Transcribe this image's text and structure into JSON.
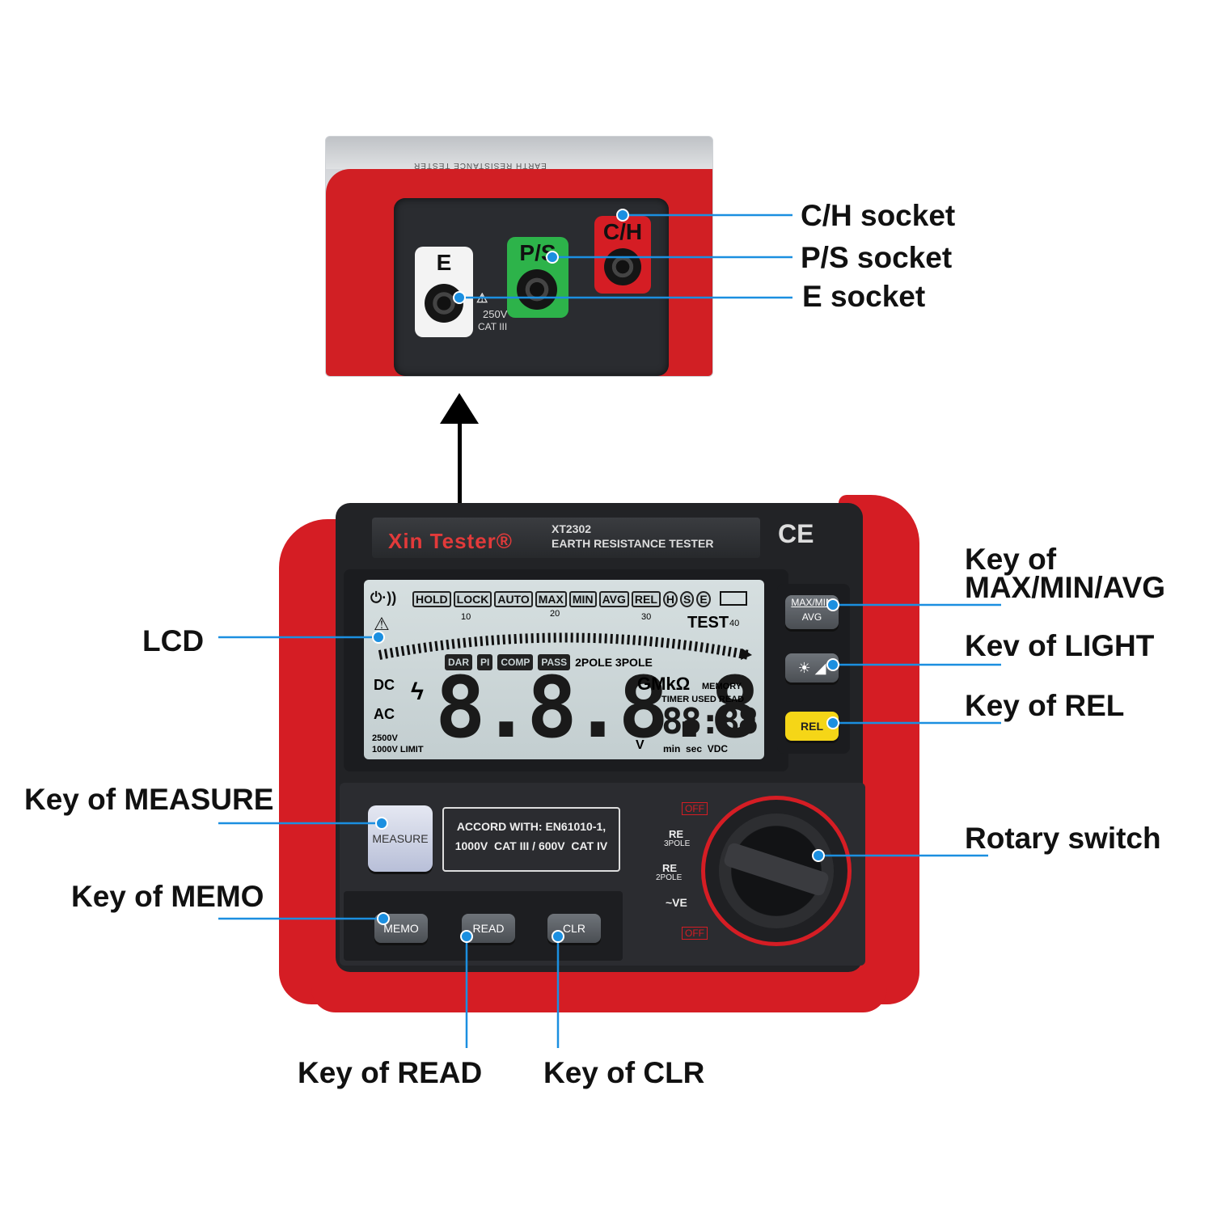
{
  "inset": {
    "sockets": [
      {
        "label": "E"
      },
      {
        "label": "P/S"
      },
      {
        "label": "C/H"
      }
    ],
    "warning": "250V",
    "cat": "CAT III",
    "header_text": "EARTH RESISTANCE TESTER"
  },
  "device": {
    "brand": "Xin Tester®",
    "model": "XT2302",
    "subtitle": "EARTH RESISTANCE TESTER",
    "ce_mark": "CE",
    "lcd": {
      "mode_tags": [
        "HOLD",
        "LOCK",
        "AUTO",
        "MAX",
        "MIN",
        "AVG",
        "REL"
      ],
      "circle_tags": [
        "H",
        "S",
        "E"
      ],
      "scale_ticks": [
        "10",
        "20",
        "30",
        "40"
      ],
      "test": "TEST",
      "sub_tags": [
        "DAR",
        "PI",
        "COMP",
        "PASS"
      ],
      "pole_text": "2POLE 3POLE",
      "units": "GMkΩ",
      "memory": "MEMORY",
      "timer_used_read": "TIMER USED READ",
      "dc": "DC",
      "ac": "AC",
      "voltage_2500": "2500V",
      "voltage_1000": "1000V LIMIT",
      "main_digits": "8.8.8.8",
      "main_unit": "V",
      "small_digits": "88:88",
      "small_units": "min  sec  VDC"
    },
    "keys": {
      "maxmin": "MAX/MIN",
      "avg": "AVG",
      "rel": "REL",
      "measure": "MEASURE",
      "memo": "MEMO",
      "read": "READ",
      "clr": "CLR"
    },
    "accord_line1": "ACCORD WITH: EN61010-1,",
    "accord_line2": "1000V  CAT III / 600V  CAT IV",
    "rotary": {
      "off_top": "OFF",
      "off_bottom": "OFF",
      "re3": "RE",
      "re3_sub": "3POLE",
      "re2": "RE",
      "re2_sub": "2POLE",
      "ve": "~VE"
    }
  },
  "callouts": {
    "ch_socket": "C/H socket",
    "ps_socket": "P/S socket",
    "e_socket": "E socket",
    "lcd": "LCD",
    "key_max": "Key of\nMAX/MIN/AVG",
    "key_light": "Kev of LIGHT",
    "key_rel": "Key of REL",
    "key_measure": "Key of MEASURE",
    "key_memo": "Key of MEMO",
    "rotary": "Rotary switch",
    "key_read": "Key of READ",
    "key_clr": "Key of CLR"
  },
  "colors": {
    "accent_red": "#d51d24",
    "leader_blue": "#1b8fe0",
    "socket_green": "#2db34a",
    "rel_yellow": "#f5d617"
  }
}
